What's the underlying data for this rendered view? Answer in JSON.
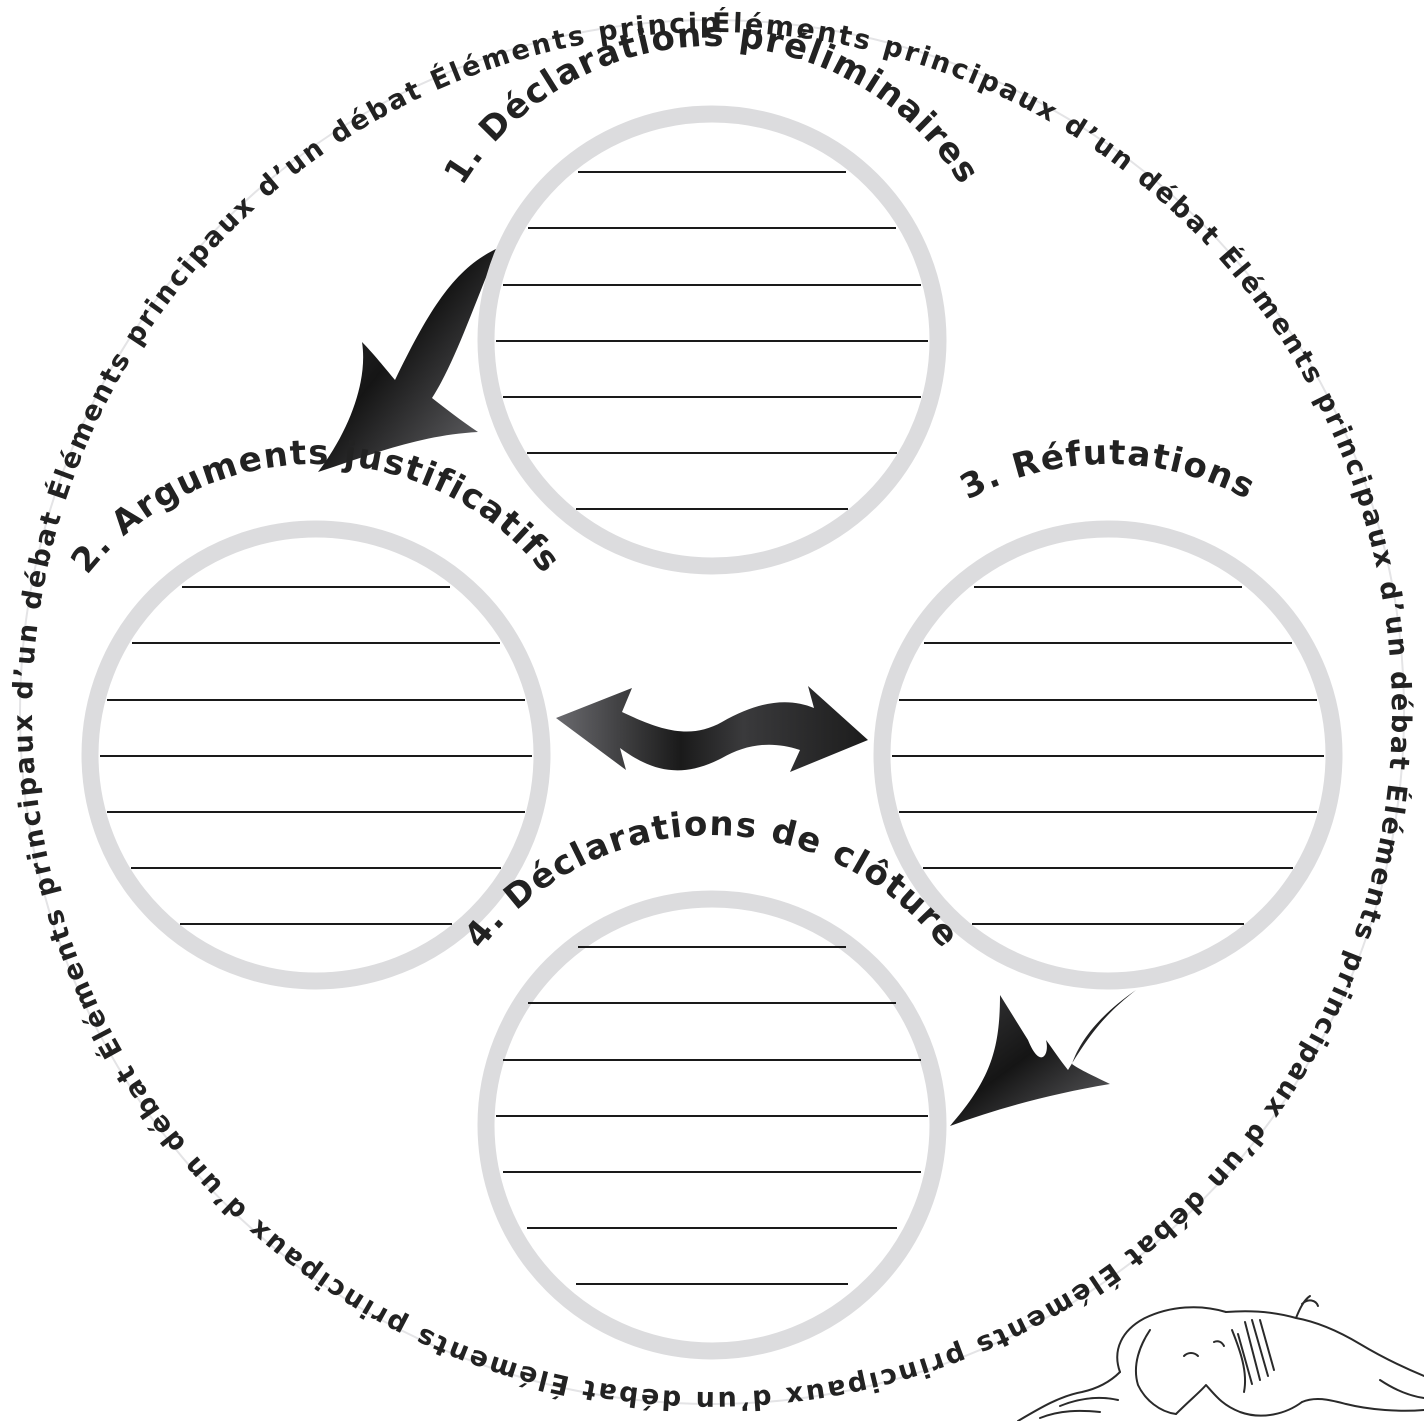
{
  "diagram": {
    "ring_text": "Éléments principaux d’un débat Éléments principaux d’un débat Éléments principaux d’un débat Éléments principaux d’un débat Éléments principaux d’un débat Éléments principaux d’un débat Éléments principaux d’un débat Éléments principaux d’un débat Éléments principaux d’un débat ",
    "sections": [
      {
        "id": "declarations-preliminaires",
        "label": "1. Déclarations préliminaires"
      },
      {
        "id": "arguments-justificatifs",
        "label": "2. Arguments justificatifs"
      },
      {
        "id": "refutations",
        "label": "3. Réfutations"
      },
      {
        "id": "declarations-cloture",
        "label": "4. Déclarations de clôture"
      }
    ],
    "arrows": [
      {
        "name": "arrow-1-to-2-icon",
        "from": "declarations-preliminaires",
        "to": "arguments-justificatifs"
      },
      {
        "name": "double-arrow-2-3-icon",
        "from": "arguments-justificatifs",
        "to": "refutations"
      },
      {
        "name": "arrow-3-to-4-icon",
        "from": "refutations",
        "to": "declarations-cloture"
      }
    ],
    "decoration": {
      "name": "sleeping-dog-icon"
    },
    "colors": {
      "ring": "#dcdcde",
      "arrow_dark": "#1c1c1c",
      "arrow_light": "#6a6a6e",
      "text": "#222222"
    }
  }
}
